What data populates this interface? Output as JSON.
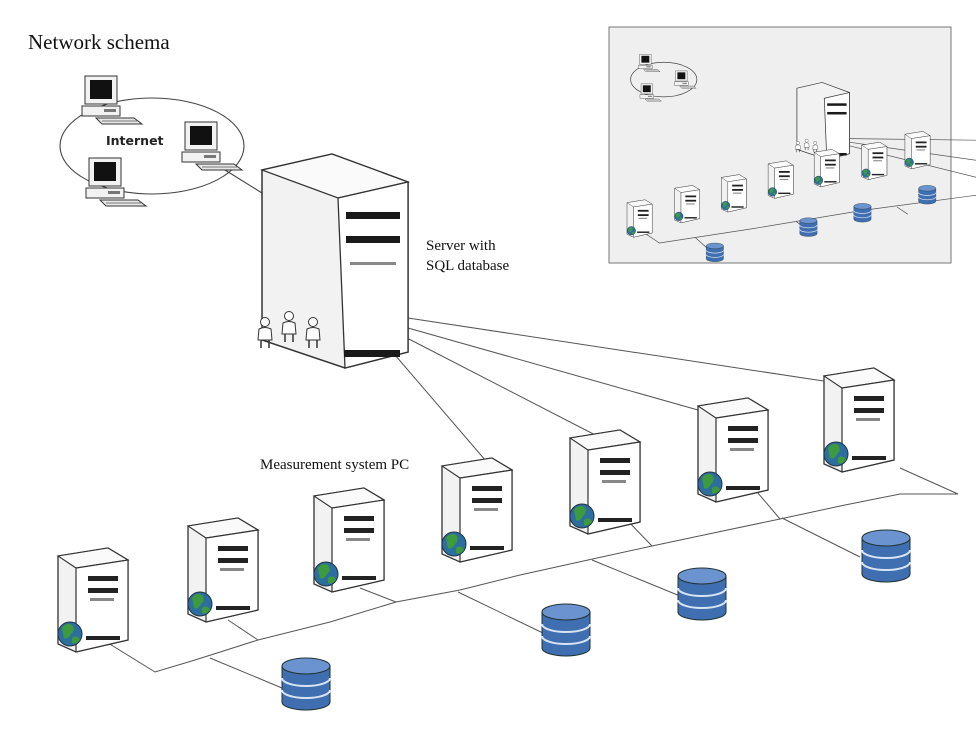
{
  "title": "Network schema",
  "internet_label": "Internet",
  "server_label_line1": "Server with",
  "server_label_line2": "SQL database",
  "measurement_label": "Measurement system PC",
  "colors": {
    "tower_face": "#f2f2f2",
    "tower_side": "#ffffff",
    "tower_stroke": "#333333",
    "database": "#3f6fb0",
    "globe_water": "#2c6f9e",
    "globe_land": "#3e9a3e",
    "inset_background": "#efefef"
  },
  "icons": {
    "server": "server-tower-icon",
    "pc": "tower-pc-icon",
    "database": "database-icon",
    "globe": "globe-icon",
    "computer": "desktop-computer-icon",
    "people": "users-icon"
  }
}
